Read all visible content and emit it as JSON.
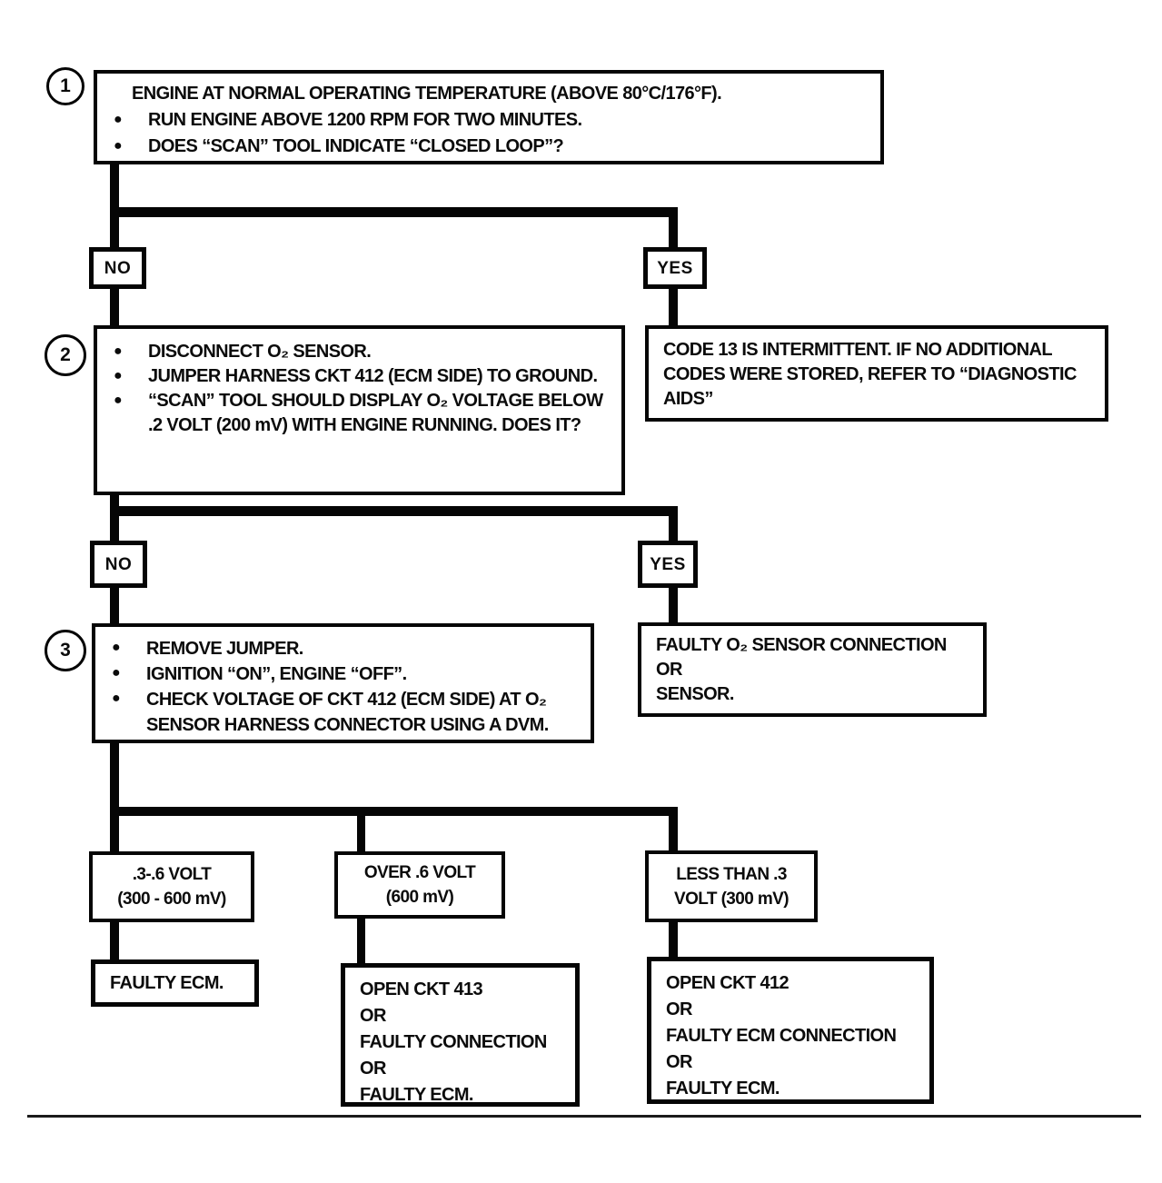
{
  "glyphs": {
    "bullet": "●"
  },
  "labels": {
    "no": "NO",
    "yes": "YES"
  },
  "steps": {
    "s1": {
      "number": "1",
      "lines": [
        "ENGINE AT NORMAL OPERATING TEMPERATURE (ABOVE 80°C/176°F).",
        "RUN ENGINE ABOVE 1200 RPM FOR TWO MINUTES.",
        "DOES “SCAN” TOOL INDICATE “CLOSED LOOP”?"
      ]
    },
    "s2": {
      "number": "2",
      "lines": [
        "DISCONNECT O₂ SENSOR.",
        "JUMPER HARNESS CKT 412 (ECM SIDE) TO GROUND.",
        "“SCAN” TOOL SHOULD DISPLAY O₂ VOLTAGE BELOW .2 VOLT (200 mV) WITH ENGINE RUNNING. DOES IT?"
      ]
    },
    "s3": {
      "number": "3",
      "lines": [
        "REMOVE JUMPER.",
        "IGNITION “ON”, ENGINE “OFF”.",
        "CHECK VOLTAGE OF CKT 412 (ECM SIDE) AT O₂ SENSOR HARNESS CONNECTOR USING A DVM."
      ]
    }
  },
  "voltages": {
    "mid": [
      ".3-.6 VOLT",
      "(300 - 600 mV)"
    ],
    "over": [
      "OVER .6 VOLT",
      "(600 mV)"
    ],
    "under": [
      "LESS THAN .3",
      "VOLT (300 mV)"
    ]
  },
  "outcomes": {
    "code13": "CODE 13 IS INTERMITTENT.  IF NO ADDITIONAL CODES WERE STORED, REFER TO “DIAGNOSTIC AIDS”",
    "faulty_o2": [
      "FAULTY O₂ SENSOR CONNECTION",
      "OR",
      "SENSOR."
    ],
    "faulty_ecm": "FAULTY ECM.",
    "open_ckt_413": [
      "OPEN CKT 413",
      "OR",
      "FAULTY CONNECTION",
      "OR",
      "FAULTY ECM."
    ],
    "open_ckt_412": [
      "OPEN CKT 412",
      "OR",
      "FAULTY ECM CONNECTION",
      "OR",
      "FAULTY ECM."
    ]
  }
}
